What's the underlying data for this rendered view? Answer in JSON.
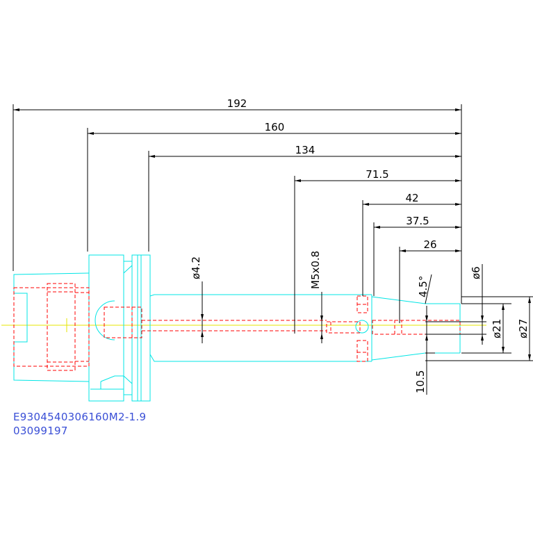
{
  "dimensions": {
    "d192": "192",
    "d160": "160",
    "d134": "134",
    "d71_5": "71.5",
    "d42": "42",
    "d37_5": "37.5",
    "d26": "26",
    "phi4_2": "ø4.2",
    "m5": "M5x0.8",
    "angle": "4.5°",
    "phi6": "ø6",
    "phi21": "ø21",
    "phi27": "ø27",
    "d10_5": "10.5"
  },
  "part_code": {
    "line1": "E9304540306160M2-1.9",
    "line2": "03099197"
  },
  "colors": {
    "outline": "#00e5e5",
    "hidden": "#ff0000",
    "centerline": "#e6e600",
    "dimension": "#000000",
    "text_blue": "#3a4fd6"
  }
}
